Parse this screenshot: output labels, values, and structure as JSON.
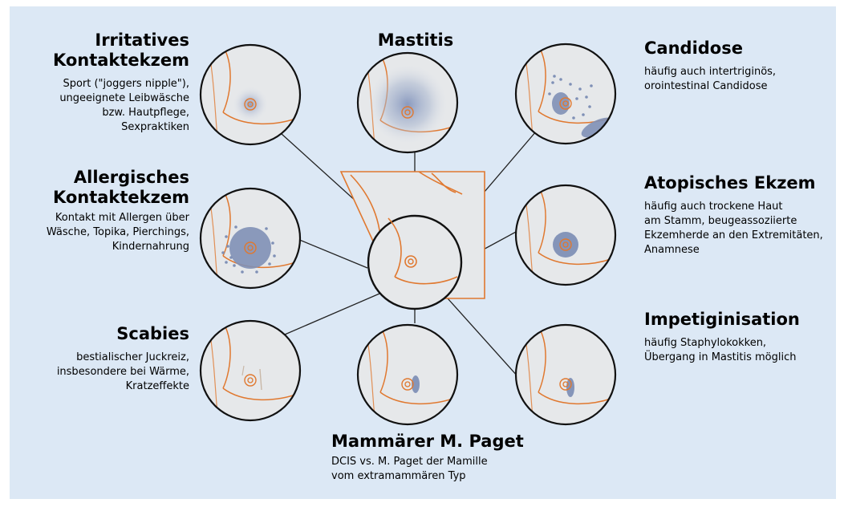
{
  "colors": {
    "background": "#dce8f5",
    "skin": "#e6e8ea",
    "outline": "#e0782f",
    "lesion": "#7f90b6",
    "ring": "#111111"
  },
  "center": {
    "name": "overview-torso"
  },
  "panels": [
    {
      "id": "irritatives-kontaktekzem",
      "title": "Irritatives\nKontaktekzem",
      "description": "Sport (\"joggers nipple\"),\nungeeignete Leibwäsche\nbzw. Hautpflege,\nSexpraktiken"
    },
    {
      "id": "mastitis",
      "title": "Mastitis",
      "description": ""
    },
    {
      "id": "candidose",
      "title": "Candidose",
      "description": "häufig auch intertriginös,\norointestinal Candidose"
    },
    {
      "id": "allergisches-kontaktekzem",
      "title": "Allergisches\nKontaktekzem",
      "description": "Kontakt mit Allergen über\nWäsche, Topika, Pierchings,\nKindernahrung"
    },
    {
      "id": "atopisches-ekzem",
      "title": "Atopisches Ekzem",
      "description": "häufig auch trockene Haut\nam Stamm, beugeassoziierte\nEkzemherde an den Extremitäten,\nAnamnese"
    },
    {
      "id": "scabies",
      "title": "Scabies",
      "description": "bestialischer Juckreiz,\ninsbesondere bei Wärme,\nKratzeffekte"
    },
    {
      "id": "mammaerer-m-paget",
      "title": "Mammärer M. Paget",
      "description": "DCIS vs. M. Paget der Mamille\nvom extramammären Typ"
    },
    {
      "id": "impetiginisation",
      "title": "Impetiginisation",
      "description": "häufig Staphylokokken,\nÜbergang in Mastitis möglich"
    }
  ]
}
